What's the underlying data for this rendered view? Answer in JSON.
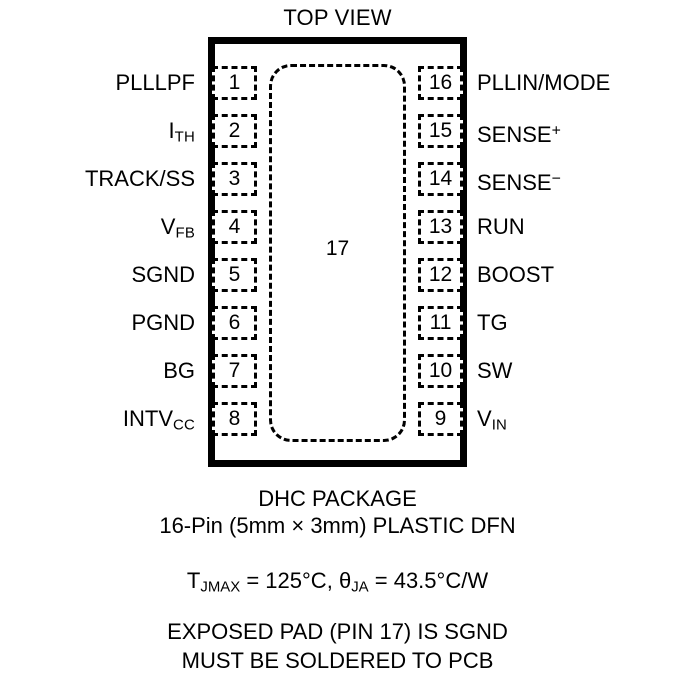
{
  "figure": {
    "title": "TOP VIEW",
    "exposed_pad_number": "17"
  },
  "pins": {
    "left": [
      {
        "number": "1",
        "name": "PLLLPF",
        "name_html": "PLLLPF"
      },
      {
        "number": "2",
        "name": "ITH",
        "base": "I",
        "sub": "TH"
      },
      {
        "number": "3",
        "name": "TRACK/SS",
        "name_html": "TRACK/SS"
      },
      {
        "number": "4",
        "name": "VFB",
        "base": "V",
        "sub": "FB"
      },
      {
        "number": "5",
        "name": "SGND",
        "name_html": "SGND"
      },
      {
        "number": "6",
        "name": "PGND",
        "name_html": "PGND"
      },
      {
        "number": "7",
        "name": "BG",
        "name_html": "BG"
      },
      {
        "number": "8",
        "name": "INTVCC",
        "base": "INTV",
        "sub": "CC"
      }
    ],
    "right": [
      {
        "number": "16",
        "name": "PLLIN/MODE",
        "name_html": "PLLIN/MODE"
      },
      {
        "number": "15",
        "name": "SENSE+",
        "base": "SENSE",
        "sup": "+"
      },
      {
        "number": "14",
        "name": "SENSE-",
        "base": "SENSE",
        "sup": "−"
      },
      {
        "number": "13",
        "name": "RUN",
        "name_html": "RUN"
      },
      {
        "number": "12",
        "name": "BOOST",
        "name_html": "BOOST"
      },
      {
        "number": "11",
        "name": "TG",
        "name_html": "TG"
      },
      {
        "number": "10",
        "name": "SW",
        "name_html": "SW"
      },
      {
        "number": "9",
        "name": "VIN",
        "base": "V",
        "sub": "IN"
      }
    ]
  },
  "caption": {
    "package": "DHC PACKAGE",
    "pin_count_line": "16-Pin (5mm × 3mm) PLASTIC DFN",
    "thermal": {
      "tjmax_symbol_base": "T",
      "tjmax_symbol_sub": "JMAX",
      "tjmax_value": " = 125°C, ",
      "theta_symbol_base": "θ",
      "theta_symbol_sub": "JA",
      "theta_value": " = 43.5°C/W"
    },
    "exposed_pad_note_1": "EXPOSED PAD (PIN 17) IS SGND",
    "exposed_pad_note_2": "MUST BE SOLDERED TO PCB"
  },
  "colors": {
    "ink": "#000000",
    "background": "#ffffff"
  }
}
